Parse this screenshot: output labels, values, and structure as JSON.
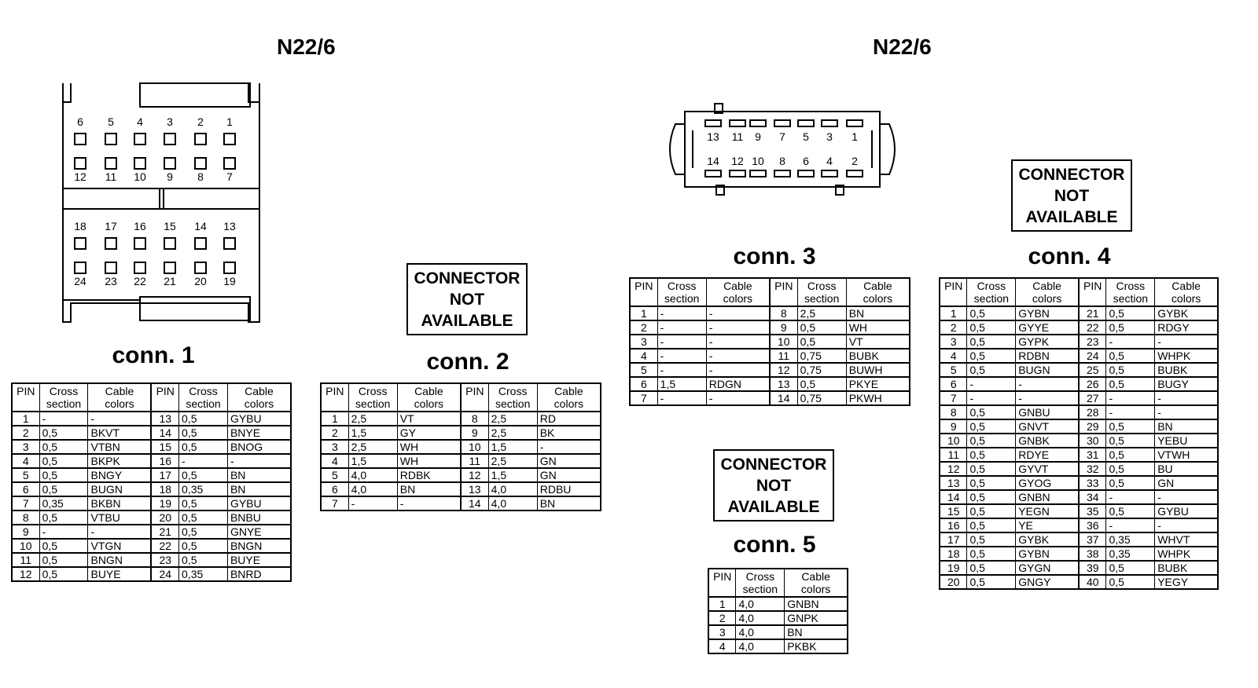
{
  "titles": {
    "left": "N22/6",
    "right": "N22/6"
  },
  "not_available": {
    "line1": "CONNECTOR",
    "line2": "NOT",
    "line3": "AVAILABLE"
  },
  "headers": {
    "pin": "PIN",
    "cross1": "Cross",
    "cross2": "section",
    "cable1": "Cable",
    "cable2": "colors"
  },
  "connector1_pins": {
    "row1": [
      "6",
      "5",
      "4",
      "3",
      "2",
      "1"
    ],
    "row2": [
      "12",
      "11",
      "10",
      "9",
      "8",
      "7"
    ],
    "row3": [
      "18",
      "17",
      "16",
      "15",
      "14",
      "13"
    ],
    "row4": [
      "24",
      "23",
      "22",
      "21",
      "20",
      "19"
    ]
  },
  "connector3_pins": {
    "top": [
      "13",
      "11",
      "9",
      "7",
      "5",
      "3",
      "1"
    ],
    "bottom": [
      "14",
      "12",
      "10",
      "8",
      "6",
      "4",
      "2"
    ]
  },
  "conn1": {
    "title": "conn. 1",
    "left": [
      [
        "1",
        "-",
        "-"
      ],
      [
        "2",
        "0,5",
        "BKVT"
      ],
      [
        "3",
        "0,5",
        "VTBN"
      ],
      [
        "4",
        "0,5",
        "BKPK"
      ],
      [
        "5",
        "0,5",
        "BNGY"
      ],
      [
        "6",
        "0,5",
        "BUGN"
      ],
      [
        "7",
        "0,35",
        "BKBN"
      ],
      [
        "8",
        "0,5",
        "VTBU"
      ],
      [
        "9",
        "-",
        "-"
      ],
      [
        "10",
        "0,5",
        "VTGN"
      ],
      [
        "11",
        "0,5",
        "BNGN"
      ],
      [
        "12",
        "0,5",
        "BUYE"
      ]
    ],
    "right": [
      [
        "13",
        "0,5",
        "GYBU"
      ],
      [
        "14",
        "0,5",
        "BNYE"
      ],
      [
        "15",
        "0,5",
        "BNOG"
      ],
      [
        "16",
        "-",
        "-"
      ],
      [
        "17",
        "0,5",
        "BN"
      ],
      [
        "18",
        "0,35",
        "BN"
      ],
      [
        "19",
        "0,5",
        "GYBU"
      ],
      [
        "20",
        "0,5",
        "BNBU"
      ],
      [
        "21",
        "0,5",
        "GNYE"
      ],
      [
        "22",
        "0,5",
        "BNGN"
      ],
      [
        "23",
        "0,5",
        "BUYE"
      ],
      [
        "24",
        "0,35",
        "BNRD"
      ]
    ]
  },
  "conn2": {
    "title": "conn. 2",
    "left": [
      [
        "1",
        "2,5",
        "VT"
      ],
      [
        "2",
        "1,5",
        "GY"
      ],
      [
        "3",
        "2,5",
        "WH"
      ],
      [
        "4",
        "1,5",
        "WH"
      ],
      [
        "5",
        "4,0",
        "RDBK"
      ],
      [
        "6",
        "4,0",
        "BN"
      ],
      [
        "7",
        "-",
        "-"
      ]
    ],
    "right": [
      [
        "8",
        "2,5",
        "RD"
      ],
      [
        "9",
        "2,5",
        "BK"
      ],
      [
        "10",
        "1,5",
        "-"
      ],
      [
        "11",
        "2,5",
        "GN"
      ],
      [
        "12",
        "1,5",
        "GN"
      ],
      [
        "13",
        "4,0",
        "RDBU"
      ],
      [
        "14",
        "4,0",
        "BN"
      ]
    ]
  },
  "conn3": {
    "title": "conn. 3",
    "left": [
      [
        "1",
        "-",
        "-"
      ],
      [
        "2",
        "-",
        "-"
      ],
      [
        "3",
        "-",
        "-"
      ],
      [
        "4",
        "-",
        "-"
      ],
      [
        "5",
        "-",
        "-"
      ],
      [
        "6",
        "1,5",
        "RDGN"
      ],
      [
        "7",
        "-",
        "-"
      ]
    ],
    "right": [
      [
        "8",
        "2,5",
        "BN"
      ],
      [
        "9",
        "0,5",
        "WH"
      ],
      [
        "10",
        "0,5",
        "VT"
      ],
      [
        "11",
        "0,75",
        "BUBK"
      ],
      [
        "12",
        "0,75",
        "BUWH"
      ],
      [
        "13",
        "0,5",
        "PKYE"
      ],
      [
        "14",
        "0,75",
        "PKWH"
      ]
    ]
  },
  "conn4": {
    "title": "conn. 4",
    "left": [
      [
        "1",
        "0,5",
        "GYBN"
      ],
      [
        "2",
        "0,5",
        "GYYE"
      ],
      [
        "3",
        "0,5",
        "GYPK"
      ],
      [
        "4",
        "0,5",
        "RDBN"
      ],
      [
        "5",
        "0,5",
        "BUGN"
      ],
      [
        "6",
        "-",
        "-"
      ],
      [
        "7",
        "-",
        "-"
      ],
      [
        "8",
        "0,5",
        "GNBU"
      ],
      [
        "9",
        "0,5",
        "GNVT"
      ],
      [
        "10",
        "0,5",
        "GNBK"
      ],
      [
        "11",
        "0,5",
        "RDYE"
      ],
      [
        "12",
        "0,5",
        "GYVT"
      ],
      [
        "13",
        "0,5",
        "GYOG"
      ],
      [
        "14",
        "0,5",
        "GNBN"
      ],
      [
        "15",
        "0,5",
        "YEGN"
      ],
      [
        "16",
        "0,5",
        "YE"
      ],
      [
        "17",
        "0,5",
        "GYBK"
      ],
      [
        "18",
        "0,5",
        "GYBN"
      ],
      [
        "19",
        "0,5",
        "GYGN"
      ],
      [
        "20",
        "0,5",
        "GNGY"
      ]
    ],
    "right": [
      [
        "21",
        "0,5",
        "GYBK"
      ],
      [
        "22",
        "0,5",
        "RDGY"
      ],
      [
        "23",
        "-",
        "-"
      ],
      [
        "24",
        "0,5",
        "WHPK"
      ],
      [
        "25",
        "0,5",
        "BUBK"
      ],
      [
        "26",
        "0,5",
        "BUGY"
      ],
      [
        "27",
        "-",
        "-"
      ],
      [
        "28",
        "-",
        "-"
      ],
      [
        "29",
        "0,5",
        "BN"
      ],
      [
        "30",
        "0,5",
        "YEBU"
      ],
      [
        "31",
        "0,5",
        "VTWH"
      ],
      [
        "32",
        "0,5",
        "BU"
      ],
      [
        "33",
        "0,5",
        "GN"
      ],
      [
        "34",
        "-",
        "-"
      ],
      [
        "35",
        "0,5",
        "GYBU"
      ],
      [
        "36",
        "-",
        "-"
      ],
      [
        "37",
        "0,35",
        "WHVT"
      ],
      [
        "38",
        "0,35",
        "WHPK"
      ],
      [
        "39",
        "0,5",
        "BUBK"
      ],
      [
        "40",
        "0,5",
        "YEGY"
      ]
    ]
  },
  "conn5": {
    "title": "conn. 5",
    "rows": [
      [
        "1",
        "4,0",
        "GNBN"
      ],
      [
        "2",
        "4,0",
        "GNPK"
      ],
      [
        "3",
        "4,0",
        "BN"
      ],
      [
        "4",
        "4,0",
        "PKBK"
      ]
    ]
  }
}
